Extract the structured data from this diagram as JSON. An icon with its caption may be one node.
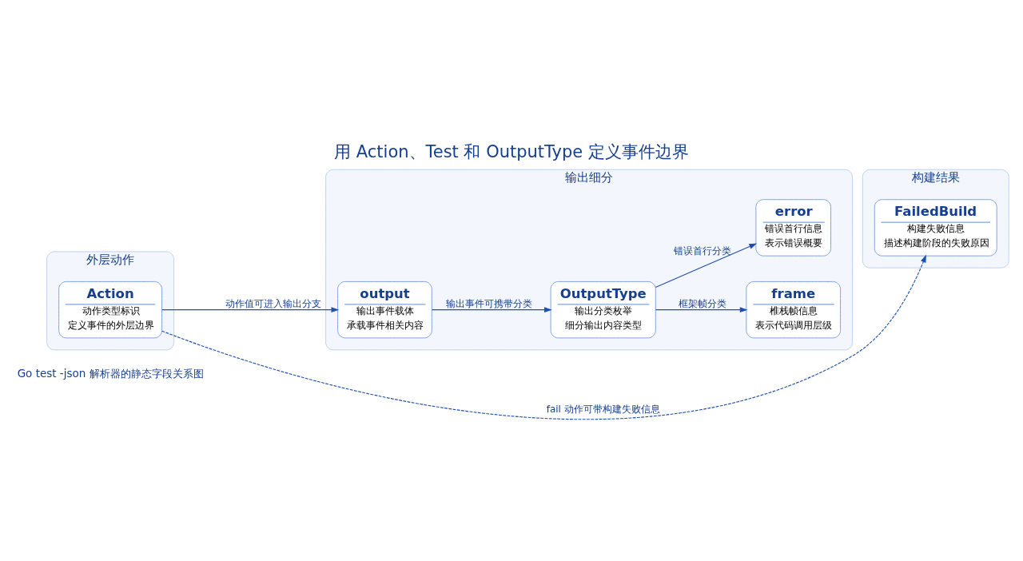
{
  "diagram": {
    "title": "用 Action、Test 和 OutputType 定义事件边界",
    "nodes": [
      {
        "text": [
          "外层动作"
        ]
      },
      {
        "text": [
          "输出细分"
        ]
      },
      {
        "text": [
          "构建结果"
        ]
      },
      {
        "text": [
          "Action",
          "动作类型标识",
          "定义事件的外层边界"
        ],
        "in": 0
      },
      {
        "text": [
          "output",
          "输出事件载体",
          "承载事件相关内容"
        ],
        "in": 1
      },
      {
        "text": [
          "OutputType",
          "输出分类枚举",
          "细分输出内容类型"
        ],
        "in": 1
      },
      {
        "text": [
          "frame",
          "椎栈帧信息",
          "表示代码调用层级"
        ],
        "in": 1
      },
      {
        "text": [
          "error",
          "错误首行信息",
          "表示错误概要"
        ],
        "in": 1
      },
      {
        "text": [
          "FailedBuild",
          "构建失败信息",
          "描述构建阶段的失败原因"
        ],
        "in": 2
      }
    ],
    "edges": [
      {
        "from": 3,
        "to": 4,
        "arrow": "to",
        "label": "动作值可进入输出分支"
      },
      {
        "from": 4,
        "to": 5,
        "arrow": "to",
        "label": "输出事件可携带分类"
      },
      {
        "from": 5,
        "to": 6,
        "arrow": "to",
        "label": "框架帧分类"
      },
      {
        "from": 5,
        "to": 7,
        "arrow": "to",
        "label": "错误首行分类"
      },
      {
        "from": 3,
        "to": 8,
        "arrow": "to",
        "label": "fail 动作可带构建失败信息",
        "style": "dashed"
      }
    ],
    "labels": [
      "Go test -json 解析器的静态字段关系图"
    ]
  }
}
